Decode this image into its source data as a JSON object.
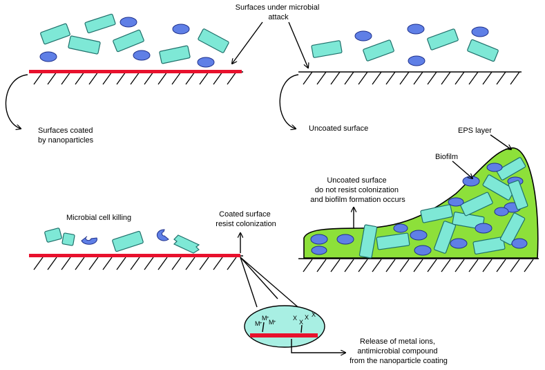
{
  "labels": {
    "microbial_attack": [
      "Surfaces under microbial",
      "attack"
    ],
    "coated_by_np": [
      "Surfaces coated",
      "by nanoparticles"
    ],
    "uncoated_surface": "Uncoated surface",
    "eps_layer": "EPS layer",
    "biofilm": "Biofilm",
    "uncoated_colonization": [
      "Uncoated surface",
      "do not resist colonization",
      "and biofilm formation occurs"
    ],
    "cell_killing": "Microbial cell killing",
    "coated_resist": [
      "Coated surface",
      "resist colonization"
    ],
    "release": [
      "Release of metal ions,",
      "antimicrobial compound",
      "from the nanoparticle coating"
    ],
    "ions_m": [
      "M",
      "M",
      "M"
    ],
    "ions_x": [
      "X",
      "X",
      "X",
      "X"
    ]
  },
  "colors": {
    "rod_fill": "#7ee8d6",
    "rod_stroke": "#1f6f6a",
    "coccus_fill": "#5f7fe6",
    "coccus_stroke": "#1d2f8a",
    "coating_red": "#e8112d",
    "eps_green": "#8de03a",
    "inset_fill": "#a8efe3"
  }
}
